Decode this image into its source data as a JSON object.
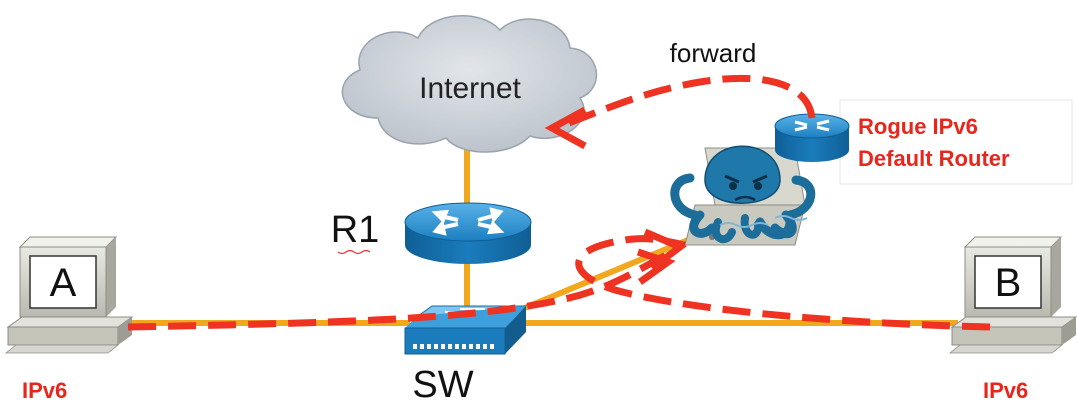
{
  "labels": {
    "internet": "Internet",
    "forward": "forward",
    "rogue_line1": "Rogue IPv6",
    "rogue_line2": "Default Router",
    "r1": "R1",
    "sw": "SW",
    "host_a": "A",
    "host_b": "B",
    "ipv6_a": "IPv6",
    "ipv6_b": "IPv6"
  },
  "colors": {
    "link": "#f2a81d",
    "attack_path": "#ee3322",
    "router_blue": "#1f86c8",
    "label_red": "#e8261c",
    "cloud": "#c9cfd6",
    "octopus": "#1d6d9a"
  },
  "icons": [
    "cloud-icon",
    "router-icon",
    "switch-icon",
    "computer-icon",
    "laptop-icon",
    "octopus-icon"
  ]
}
